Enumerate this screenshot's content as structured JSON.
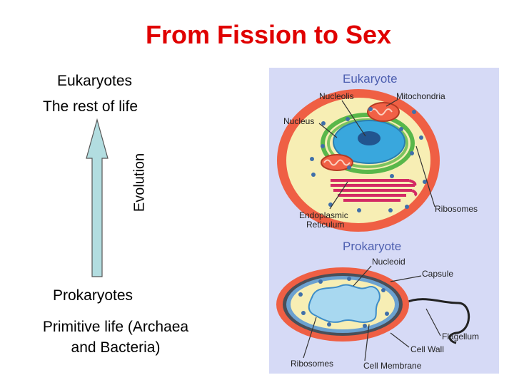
{
  "title": "From Fission to Sex",
  "left": {
    "top_heading": "Eukaryotes",
    "top_sub": "The rest of life",
    "axis_label": "Evolution",
    "bottom_heading": "Prokaryotes",
    "bottom_sub_line1": "Primitive life (Archaea",
    "bottom_sub_line2": "and Bacteria)"
  },
  "figure": {
    "eukaryote": {
      "heading": "Eukaryote",
      "labels": {
        "nucleolis": "Nucleolis",
        "mitochondria": "Mitochondria",
        "nucleus": "Nucleus",
        "er_line1": "Endoplasmic",
        "er_line2": "Reticulum",
        "ribosomes": "Ribosomes"
      }
    },
    "prokaryote": {
      "heading": "Prokaryote",
      "labels": {
        "nucleoid": "Nucleoid",
        "capsule": "Capsule",
        "flagellum": "Flagellum",
        "cell_wall": "Cell Wall",
        "ribosomes": "Ribosomes",
        "cell_membrane": "Cell Membrane"
      }
    }
  },
  "colors": {
    "title": "#e00000",
    "arrow_fill": "#b2dde0",
    "panel_bg": "#d6daf6",
    "cell_outer": "#ef5f44",
    "cytoplasm": "#f7eeb4",
    "nucleus": "#39a7dd",
    "mitochondria": "#f16146",
    "er": "#d32a64",
    "ribosome": "#3f6faa",
    "heading_blue": "#4d5fb0"
  }
}
